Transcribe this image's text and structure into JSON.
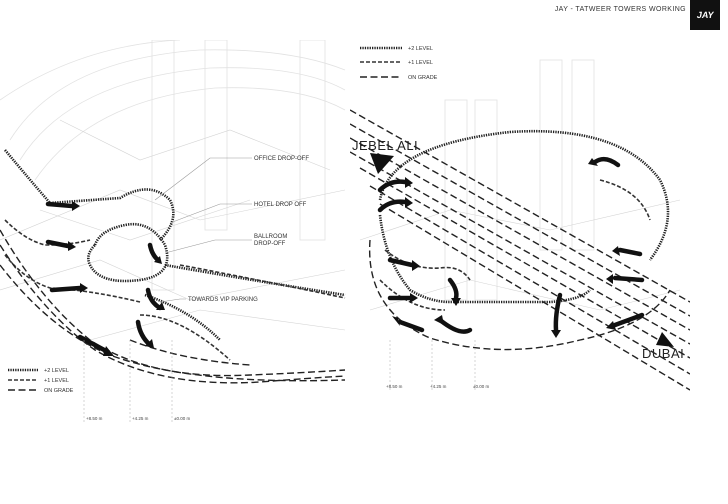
{
  "header": {
    "title": "JAY - TATWEER TOWERS WORKING"
  },
  "left_panel": {
    "annotations": {
      "office": "OFFICE DROP-OFF",
      "hotel": "HOTEL DROP OFF",
      "ballroom_1": "BALLROOM",
      "ballroom_2": "DROP-OFF",
      "vip": "TOWARDS VIP PARKING"
    },
    "legend": [
      "+2 LEVEL",
      "+1 LEVEL",
      "ON GRADE"
    ],
    "levels": [
      "+8.50 m",
      "+4.25 m",
      "±0.00 m"
    ]
  },
  "right_panel": {
    "legend": [
      "+2 LEVEL",
      "+1 LEVEL",
      "ON GRADE"
    ],
    "places": {
      "west": "JEBEL ALI",
      "east": "DUBAI"
    },
    "levels": [
      "+8.50 m",
      "+4.25 m",
      "±0.00 m"
    ]
  },
  "colors": {
    "ink": "#222222",
    "ghost": "#e2e2e2",
    "logo_bg": "#111111"
  },
  "icons": {
    "logo": "jay-logo-icon",
    "direction": "direction-arrow-icon"
  }
}
